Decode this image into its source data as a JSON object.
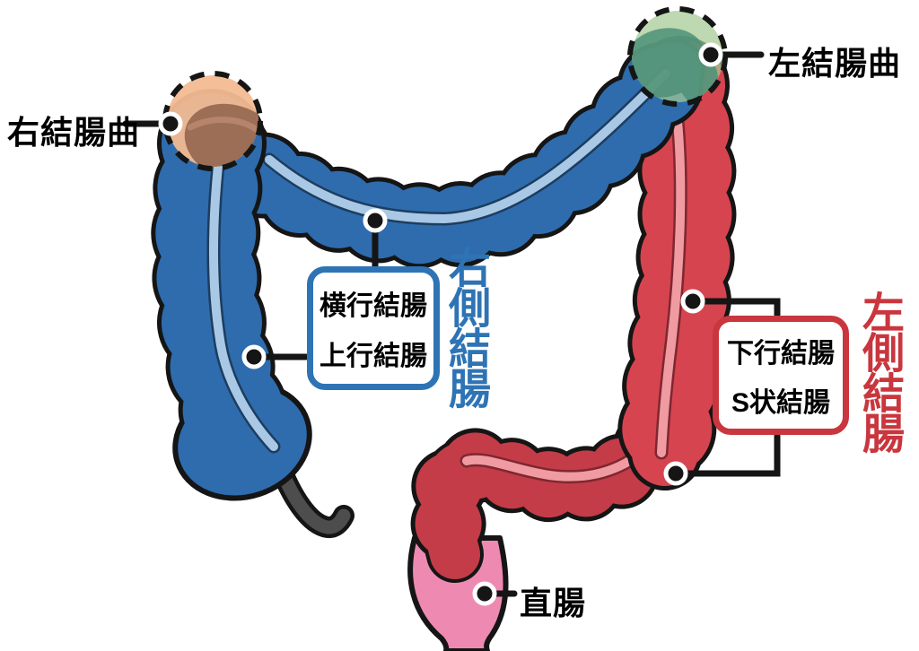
{
  "labels": {
    "right_flexure": "右結腸曲",
    "left_flexure": "左結腸曲",
    "transverse": "横行結腸",
    "ascending": "上行結腸",
    "descending": "下行結腸",
    "sigmoid": "S状結腸",
    "rectum": "直腸",
    "right_side_colon": "右側結腸",
    "left_side_colon": "左側結腸"
  },
  "colors": {
    "colon_blue": "#2e6cae",
    "colon_blue_stripe": "#a9c8e6",
    "colon_blue_stripe_edge": "#1d3d5e",
    "colon_red": "#d64450",
    "colon_red_stripe": "#f09aa2",
    "colon_red_stripe_edge": "#7e2730",
    "sigmoid_red": "#c43c48",
    "rectum_pink": "#ee8ab2",
    "flexure_peach": "#f3ba92",
    "flexure_brown": "#9b6e55",
    "flexure_green": "#a5cb94",
    "flexure_teal": "#4e9178",
    "blue_accent": "#2e74b5",
    "red_accent": "#c9363d",
    "appendix_gray": "#4d4d4d",
    "outline": "#151515"
  }
}
